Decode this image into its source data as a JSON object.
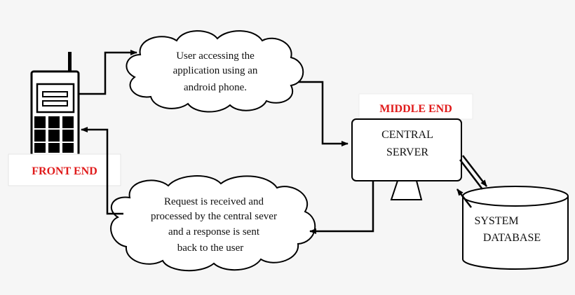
{
  "labels": {
    "front_end": "FRONT  END",
    "middle_end": "MIDDLE END"
  },
  "cloud_top": {
    "line1": "User accessing the",
    "line2": "application using an",
    "line3": "android phone."
  },
  "cloud_bottom": {
    "line1": "Request is received and",
    "line2": "processed by the central sever",
    "line3": "and a response is sent",
    "line4": "back to the user"
  },
  "server": {
    "line1": "CENTRAL",
    "line2": "SERVER"
  },
  "database": {
    "line1": "SYSTEM",
    "line2": "DATABASE"
  },
  "colors": {
    "label_red": "#e01b1b",
    "background": "#f6f6f6",
    "stroke": "#000000"
  },
  "icons": [
    "mobile-phone-icon",
    "monitor-stand-icon",
    "database-cylinder-icon"
  ]
}
